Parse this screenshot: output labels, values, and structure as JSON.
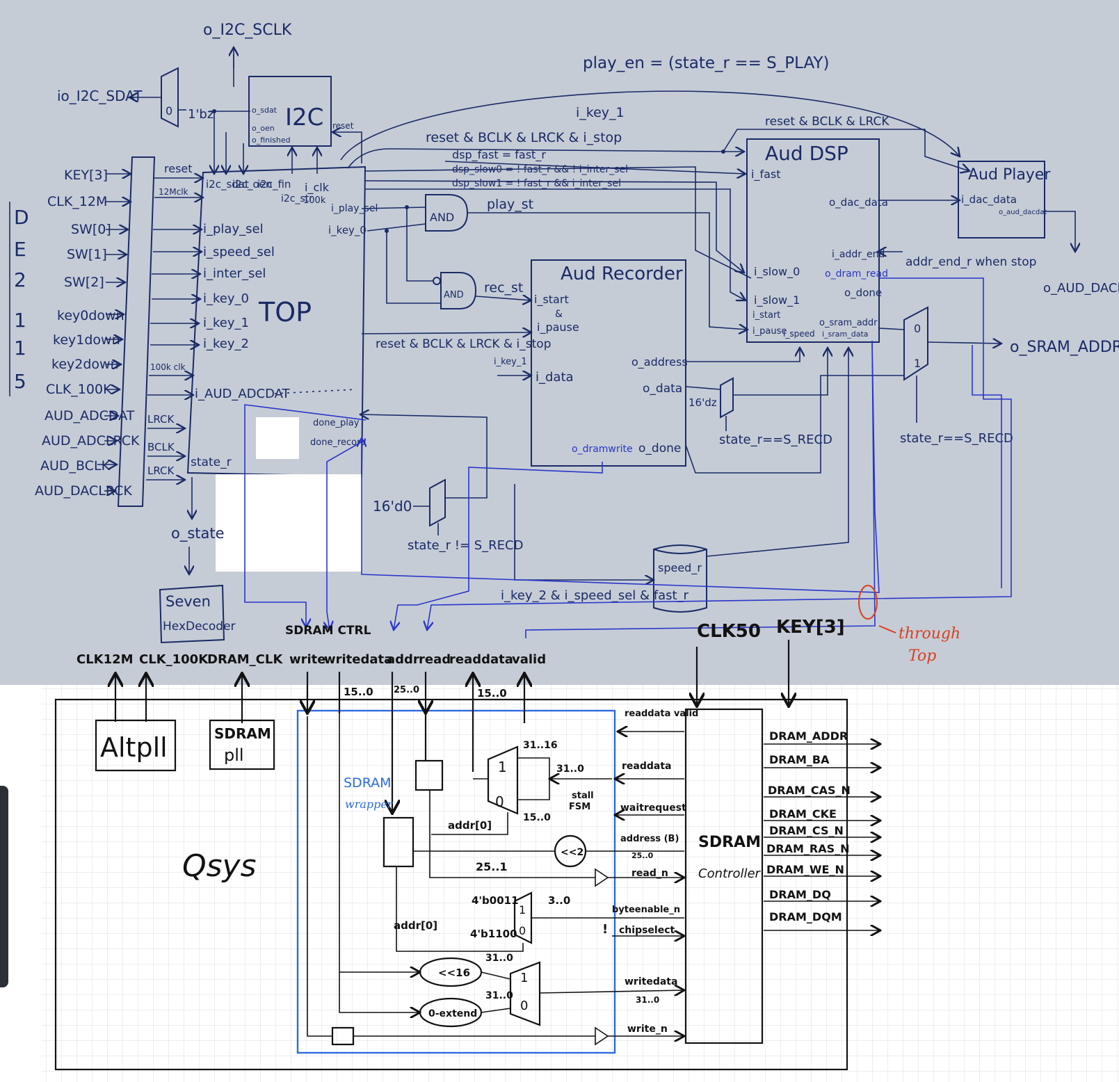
{
  "top": {
    "i2c_sclk": "o_I2C_SCLK",
    "i2c_sdat": "io_I2C_SDAT",
    "mux_1bz": "1'bz",
    "mux_zero": "0",
    "mux_one": "1",
    "play_en": "play_en = (state_r == S_PLAY)",
    "i2c": {
      "title": "I2C",
      "ports": [
        "o_sdat",
        "o_oen",
        "o_finished"
      ],
      "reset": "reset"
    },
    "de2_label": [
      "D",
      "E",
      "2",
      "1",
      "1",
      "5"
    ],
    "inputs": [
      "KEY[3]",
      "CLK_12M",
      "SW[0]",
      "SW[1]",
      "SW[2]",
      "key0down",
      "key1down",
      "key2down",
      "CLK_100K",
      "AUD_ADCDAT",
      "AUD_ADCLRCK",
      "AUD_BCLK",
      "AUD_DACLRCK"
    ],
    "bus_labels": [
      "reset",
      "12Mclk",
      "100k clk",
      "LRCK",
      "BCLK",
      "LRCK"
    ],
    "top_ports": [
      "i2c_sdat",
      "i2c_oen",
      "i2c_fin",
      "i2c_str",
      "i_clk",
      "100k",
      "i_play_sel",
      "i_speed_sel",
      "i_inter_sel",
      "i_key_0",
      "i_key_1",
      "i_key_2",
      "i_AUD_ADCDAT",
      "state_r"
    ],
    "top_title": "TOP",
    "right_ports": [
      "i_play_sel",
      "i_key_0",
      "done_play",
      "done_record"
    ],
    "key1_label": "i_key_1",
    "reset_bclk": "reset & BCLK & LRCK & i_stop",
    "reset_bclk_r": "reset & BCLK & LRCK",
    "dsp_fast": "dsp_fast = fast_r",
    "dsp_slow0": "dsp_slow0 = ! fast_r && ! i_inter_sel",
    "dsp_slow1": "dsp_slow1 = ! fast_r && i_inter_sel",
    "and1": "AND",
    "and2": "AND",
    "play_st": "play_st",
    "rec_st": "rec_st",
    "dsp": {
      "title": "Aud DSP",
      "ports": [
        "i_fast",
        "o_dac_data",
        "i_addr_end",
        "o_dram_read",
        "o_done",
        "i_slow_0",
        "i_slow_1",
        "i_start",
        "i_pause",
        "i_speed",
        "o_sram_addr",
        "i_sram_data"
      ]
    },
    "player": {
      "title": "Aud Player",
      "ports": [
        "i_dac_data",
        "o_aud_dacdat"
      ]
    },
    "addr_end": "addr_end_r when stop",
    "o_aud_dacdat": "o_AUD_DACDAT",
    "o_sram_addr": "o_SRAM_ADDR",
    "recorder": {
      "title": "Aud Recorder",
      "ports": [
        "i_start",
        "&",
        "i_pause",
        "i_data",
        "o_address",
        "o_data",
        "o_dramwrite",
        "o_done"
      ]
    },
    "reset_bclk2": "reset & BCLK & LRCK & i_stop",
    "key1b": "i_key_1",
    "dz16": "16'dz",
    "state_recd_a": "state_r==S_RECD",
    "state_recd_b": "state_r==S_RECD",
    "state_not_recd": "state_r != S_RECD",
    "d0": "16'd0",
    "speed_r": "speed_r",
    "key2_cond": "i_key_2 & i_speed_sel & fast_r",
    "o_state": "o_state",
    "seven_hex": [
      "Seven",
      "HexDecoder"
    ],
    "sdram_ctrl": "SDRAM CTRL",
    "top_signals": [
      "CLK12M",
      "CLK_100K",
      "DRAM_CLK",
      "write",
      "writedata",
      "addr",
      "read",
      "readdata",
      "valid"
    ],
    "clk50": "CLK50",
    "key3": "KEY[3]",
    "through": [
      "through",
      "Top"
    ]
  },
  "bottom": {
    "widths": [
      "15..0",
      "25..0",
      "15..0"
    ],
    "altpll": "Altpll",
    "sdram_pll": [
      "SDRAM",
      "pll"
    ],
    "qsys": "Qsys",
    "wrapper": [
      "SDRAM",
      "wrapper"
    ],
    "mux_labels": [
      "31..16",
      "31..0",
      "15..0",
      "1",
      "0"
    ],
    "stall": [
      "stall",
      "FSM"
    ],
    "addr0_a": "addr[0]",
    "addr0_b": "addr[0]",
    "shift2": "<<2",
    "w25_1": "25..1",
    "b0011": "4'b0011",
    "b1100": "4'b1100",
    "w3_0": "3..0",
    "bang": "!",
    "shift16": "<<16",
    "zext": "0-extend",
    "w31a": "31..0",
    "w31b": "31..0",
    "controller_in": [
      "readdata valid",
      "readdata",
      "waitrequest",
      "address (B)",
      "25..0",
      "read_n",
      "byteenable_n",
      "chipselect",
      "writedata",
      "31..0",
      "write_n"
    ],
    "controller": [
      "SDRAM",
      "Controller"
    ],
    "outputs": [
      "DRAM_ADDR",
      "DRAM_BA",
      "DRAM_CAS_N",
      "DRAM_CKE",
      "DRAM_CS_N",
      "DRAM_RAS_N",
      "DRAM_WE_N",
      "DRAM_DQ",
      "DRAM_DQM"
    ]
  }
}
